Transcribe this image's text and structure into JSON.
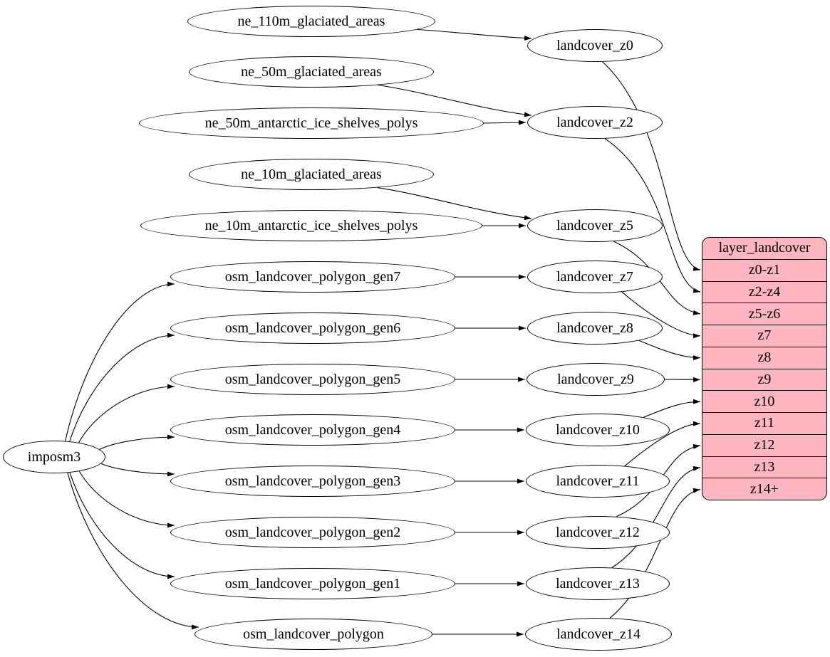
{
  "diagram": {
    "background": "#ffffff",
    "colors": {
      "node_fill": "#ffffff",
      "node_stroke": "#000000",
      "edge": "#000000",
      "record_fill": "#ffb6c1",
      "record_stroke": "#000000",
      "text": "#000000"
    }
  },
  "nodes": {
    "imposm3": "imposm3",
    "ne_110m_glaciated_areas": "ne_110m_glaciated_areas",
    "ne_50m_glaciated_areas": "ne_50m_glaciated_areas",
    "ne_50m_antarctic_ice_shelves_polys": "ne_50m_antarctic_ice_shelves_polys",
    "ne_10m_glaciated_areas": "ne_10m_glaciated_areas",
    "ne_10m_antarctic_ice_shelves_polys": "ne_10m_antarctic_ice_shelves_polys",
    "osm_landcover_polygon_gen7": "osm_landcover_polygon_gen7",
    "osm_landcover_polygon_gen6": "osm_landcover_polygon_gen6",
    "osm_landcover_polygon_gen5": "osm_landcover_polygon_gen5",
    "osm_landcover_polygon_gen4": "osm_landcover_polygon_gen4",
    "osm_landcover_polygon_gen3": "osm_landcover_polygon_gen3",
    "osm_landcover_polygon_gen2": "osm_landcover_polygon_gen2",
    "osm_landcover_polygon_gen1": "osm_landcover_polygon_gen1",
    "osm_landcover_polygon": "osm_landcover_polygon",
    "landcover_z0": "landcover_z0",
    "landcover_z2": "landcover_z2",
    "landcover_z5": "landcover_z5",
    "landcover_z7": "landcover_z7",
    "landcover_z8": "landcover_z8",
    "landcover_z9": "landcover_z9",
    "landcover_z10": "landcover_z10",
    "landcover_z11": "landcover_z11",
    "landcover_z12": "landcover_z12",
    "landcover_z13": "landcover_z13",
    "landcover_z14": "landcover_z14"
  },
  "record": {
    "title": "layer_landcover",
    "rows": [
      "z0-z1",
      "z2-z4",
      "z5-z6",
      "z7",
      "z8",
      "z9",
      "z10",
      "z11",
      "z12",
      "z13",
      "z14+"
    ]
  },
  "edges": [
    {
      "from": "imposm3",
      "to": "osm_landcover_polygon_gen7"
    },
    {
      "from": "imposm3",
      "to": "osm_landcover_polygon_gen6"
    },
    {
      "from": "imposm3",
      "to": "osm_landcover_polygon_gen5"
    },
    {
      "from": "imposm3",
      "to": "osm_landcover_polygon_gen4"
    },
    {
      "from": "imposm3",
      "to": "osm_landcover_polygon_gen3"
    },
    {
      "from": "imposm3",
      "to": "osm_landcover_polygon_gen2"
    },
    {
      "from": "imposm3",
      "to": "osm_landcover_polygon_gen1"
    },
    {
      "from": "imposm3",
      "to": "osm_landcover_polygon"
    },
    {
      "from": "ne_110m_glaciated_areas",
      "to": "landcover_z0"
    },
    {
      "from": "ne_50m_glaciated_areas",
      "to": "landcover_z2"
    },
    {
      "from": "ne_50m_antarctic_ice_shelves_polys",
      "to": "landcover_z2"
    },
    {
      "from": "ne_10m_glaciated_areas",
      "to": "landcover_z5"
    },
    {
      "from": "ne_10m_antarctic_ice_shelves_polys",
      "to": "landcover_z5"
    },
    {
      "from": "osm_landcover_polygon_gen7",
      "to": "landcover_z7"
    },
    {
      "from": "osm_landcover_polygon_gen6",
      "to": "landcover_z8"
    },
    {
      "from": "osm_landcover_polygon_gen5",
      "to": "landcover_z9"
    },
    {
      "from": "osm_landcover_polygon_gen4",
      "to": "landcover_z10"
    },
    {
      "from": "osm_landcover_polygon_gen3",
      "to": "landcover_z11"
    },
    {
      "from": "osm_landcover_polygon_gen2",
      "to": "landcover_z12"
    },
    {
      "from": "osm_landcover_polygon_gen1",
      "to": "landcover_z13"
    },
    {
      "from": "osm_landcover_polygon",
      "to": "landcover_z14"
    },
    {
      "from": "landcover_z0",
      "to": "row:z0-z1"
    },
    {
      "from": "landcover_z2",
      "to": "row:z2-z4"
    },
    {
      "from": "landcover_z5",
      "to": "row:z5-z6"
    },
    {
      "from": "landcover_z7",
      "to": "row:z7"
    },
    {
      "from": "landcover_z8",
      "to": "row:z8"
    },
    {
      "from": "landcover_z9",
      "to": "row:z9"
    },
    {
      "from": "landcover_z10",
      "to": "row:z10"
    },
    {
      "from": "landcover_z11",
      "to": "row:z11"
    },
    {
      "from": "landcover_z12",
      "to": "row:z12"
    },
    {
      "from": "landcover_z13",
      "to": "row:z13"
    },
    {
      "from": "landcover_z14",
      "to": "row:z14+"
    }
  ]
}
